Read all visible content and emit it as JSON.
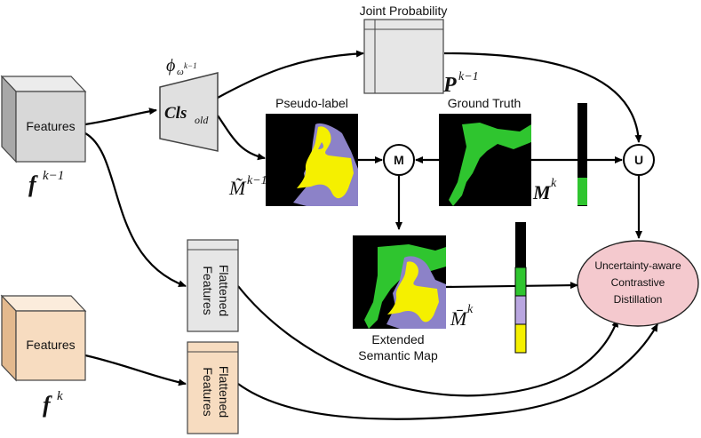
{
  "labels": {
    "joint_probability": "Joint Probability",
    "pseudo_label": "Pseudo-label",
    "ground_truth": "Ground Truth",
    "extended_map_line1": "Extended",
    "extended_map_line2": "Semantic Map",
    "features_old": "Features",
    "features_new": "Features",
    "flattened_line1": "Flattened",
    "flattened_line2": "Features",
    "flattened_new_line1": "Flattened",
    "flattened_new_line2": "Features",
    "distill_line1": "Uncertainty-aware",
    "distill_line2": "Contrastive",
    "distill_line3": "Distillation",
    "merge_node": "M",
    "union_node": "U"
  },
  "math": {
    "f_old_base": "f",
    "f_old_sup": "k−1",
    "f_new_base": "f",
    "f_new_sup": "k",
    "phi_base": "ϕ",
    "phi_sub": "ω",
    "phi_subsup": "k−1",
    "cls_base": "Cls",
    "cls_sub": "old",
    "p_base": "P",
    "p_sup": "k−1",
    "mtilde_base": "M̃",
    "mtilde_sup": "k−1",
    "m_base": "M",
    "m_sup": "k",
    "mbar_base": "M̄",
    "mbar_sup": "k"
  },
  "colors": {
    "old_features": "#d8d8d8",
    "new_features": "#f7dcc0",
    "distill_fill": "#f4c9ce",
    "mask_background": "#000000",
    "mask_purple": "#8c82c8",
    "mask_yellow": "#f5f000",
    "mask_green": "#2fc52f"
  }
}
